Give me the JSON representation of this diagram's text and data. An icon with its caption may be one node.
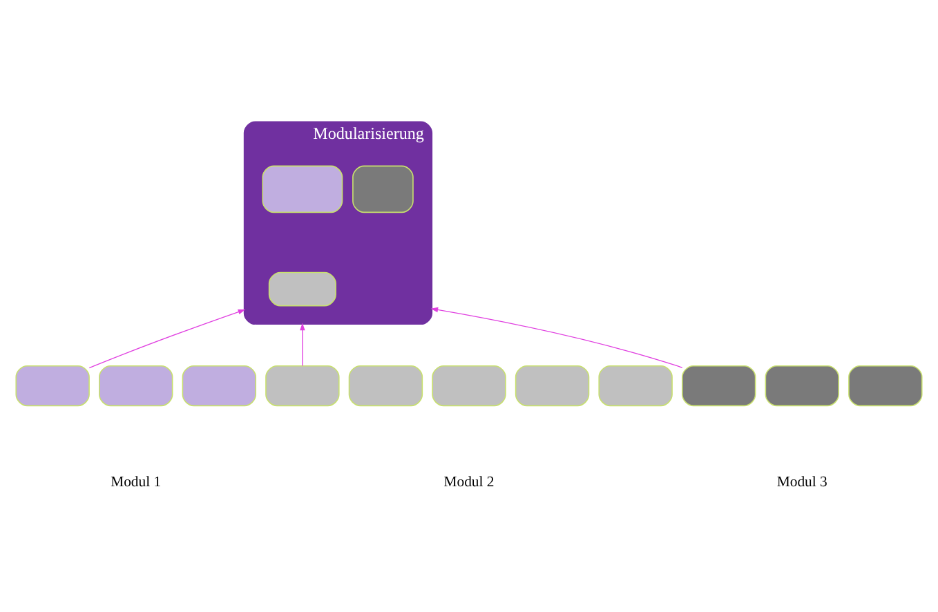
{
  "diagram": {
    "nodes": [
      {
        "text": [
          "Modularisierung"
        ]
      },
      {
        "text": [],
        "shape": "box",
        "in": 0
      },
      {
        "text": [],
        "shape": "box",
        "in": 0
      },
      {
        "text": [],
        "shape": "box",
        "in": 0
      },
      {
        "text": [],
        "shape": "box"
      },
      {
        "text": [],
        "shape": "box"
      },
      {
        "text": [],
        "shape": "box"
      },
      {
        "text": [],
        "shape": "box"
      },
      {
        "text": [],
        "shape": "box"
      },
      {
        "text": [],
        "shape": "box"
      },
      {
        "text": [],
        "shape": "box"
      },
      {
        "text": [],
        "shape": "box"
      },
      {
        "text": [],
        "shape": "box"
      },
      {
        "text": [],
        "shape": "box"
      },
      {
        "text": [],
        "shape": "box"
      }
    ],
    "edges": [
      {
        "from": 4,
        "to": 0,
        "arrow": "to"
      },
      {
        "from": 7,
        "to": 0,
        "arrow": "to"
      },
      {
        "from": 12,
        "to": 0,
        "arrow": "to"
      }
    ],
    "labels": [
      "Modul 1",
      "Modul 2",
      "Modul 3"
    ]
  }
}
